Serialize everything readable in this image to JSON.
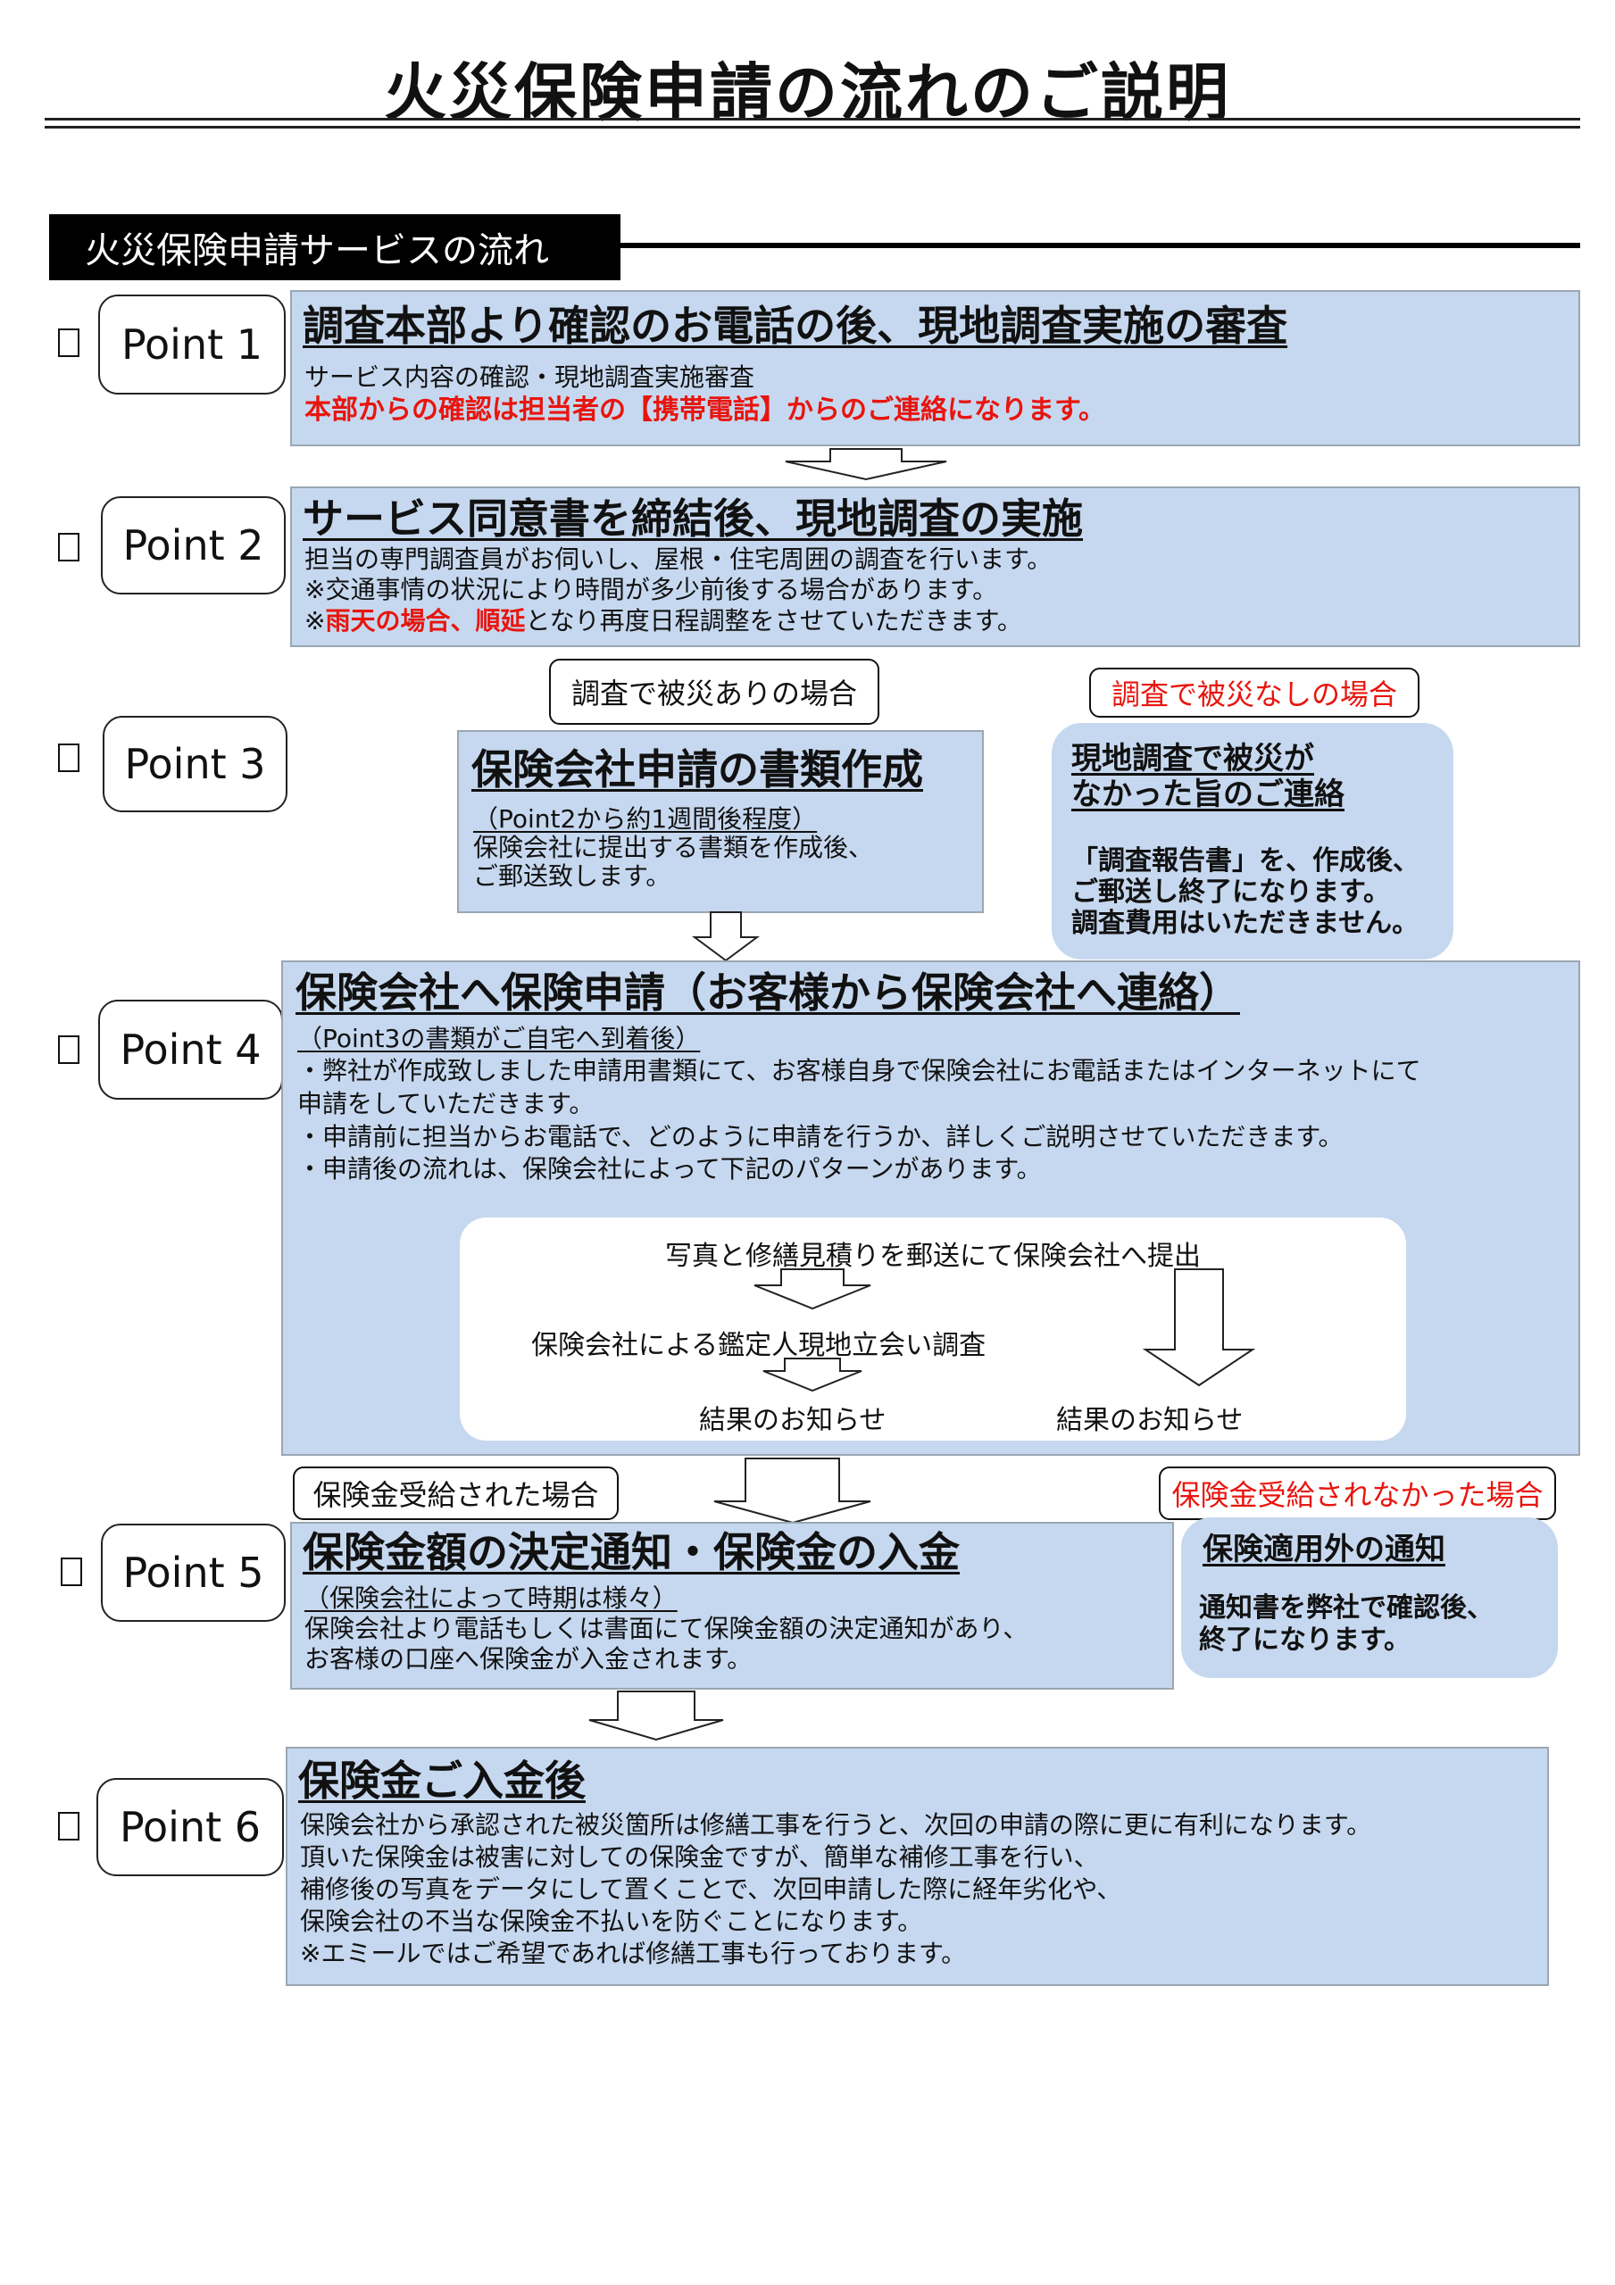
{
  "title": "火災保険申請の流れのご説明",
  "section_header": "火災保険申請サービスの流れ",
  "colors": {
    "box_fill": "#c6d8ef",
    "accent_red": "#e8150e",
    "header_bg": "#000000"
  },
  "points": {
    "p1": {
      "label": "Point 1",
      "heading": "調査本部より確認のお電話の後、現地調査実施の審査",
      "line1": "サービス内容の確認・現地調査実施審査",
      "line2": "本部からの確認は担当者の【携帯電話】からのご連絡になります。"
    },
    "p2": {
      "label": "Point 2",
      "heading": "サービス同意書を締結後、現地調査の実施",
      "line1": "担当の専門調査員がお伺いし、屋根・住宅周囲の調査を行います。",
      "line2": "※交通事情の状況により時間が多少前後する場合があります。",
      "line3_pre": "※",
      "line3_red": "雨天の場合、順延",
      "line3_post": "となり再度日程調整をさせていただきます。"
    },
    "p3": {
      "label": "Point 3",
      "tag_yes": "調査で被災ありの場合",
      "tag_no": "調査で被災なしの場合",
      "heading": "保険会社申請の書類作成",
      "sub": "（Point2から約1週間後程度）",
      "line1": "保険会社に提出する書類を作成後、",
      "line2": "ご郵送致します。",
      "side_heading1": "現地調査で被災が",
      "side_heading2": "なかった旨のご連絡",
      "side_line1": "「調査報告書」を、作成後、",
      "side_line2": "ご郵送し終了になります。",
      "side_line3": "調査費用はいただきません。"
    },
    "p4": {
      "label": "Point 4",
      "heading": "保険会社へ保険申請（お客様から保険会社へ連絡）",
      "sub": "（Point3の書類がご自宅へ到着後）",
      "line1": "・弊社が作成致しました申請用書類にて、お客様自身で保険会社にお電話またはインターネットにて",
      "line2": "申請をしていただきます。",
      "line3": "・申請前に担当からお電話で、どのように申請を行うか、詳しくご説明させていただきます。",
      "line4": "・申請後の流れは、保険会社によって下記のパターンがあります。",
      "flow_top": "写真と修繕見積りを郵送にて保険会社へ提出",
      "flow_mid": "保険会社による鑑定人現地立会い調査",
      "flow_result_left": "結果のお知らせ",
      "flow_result_right": "結果のお知らせ"
    },
    "p5": {
      "label": "Point 5",
      "tag_yes": "保険金受給された場合",
      "tag_no": "保険金受給されなかった場合",
      "heading": "保険金額の決定通知・保険金の入金",
      "sub": "（保険会社によって時期は様々）",
      "line1": "保険会社より電話もしくは書面にて保険金額の決定通知があり、",
      "line2": "お客様の口座へ保険金が入金されます。",
      "side_heading": "保険適用外の通知",
      "side_line1": "通知書を弊社で確認後、",
      "side_line2": "終了になります。"
    },
    "p6": {
      "label": "Point 6",
      "heading": "保険金ご入金後",
      "line1": "保険会社から承認された被災箇所は修繕工事を行うと、次回の申請の際に更に有利になります。",
      "line2": "頂いた保険金は被害に対しての保険金ですが、簡単な補修工事を行い、",
      "line3": "補修後の写真をデータにして置くことで、次回申請した際に経年劣化や、",
      "line4": "保険会社の不当な保険金不払いを防ぐことになります。",
      "line5": "※エミールではご希望であれば修繕工事も行っております。"
    }
  }
}
